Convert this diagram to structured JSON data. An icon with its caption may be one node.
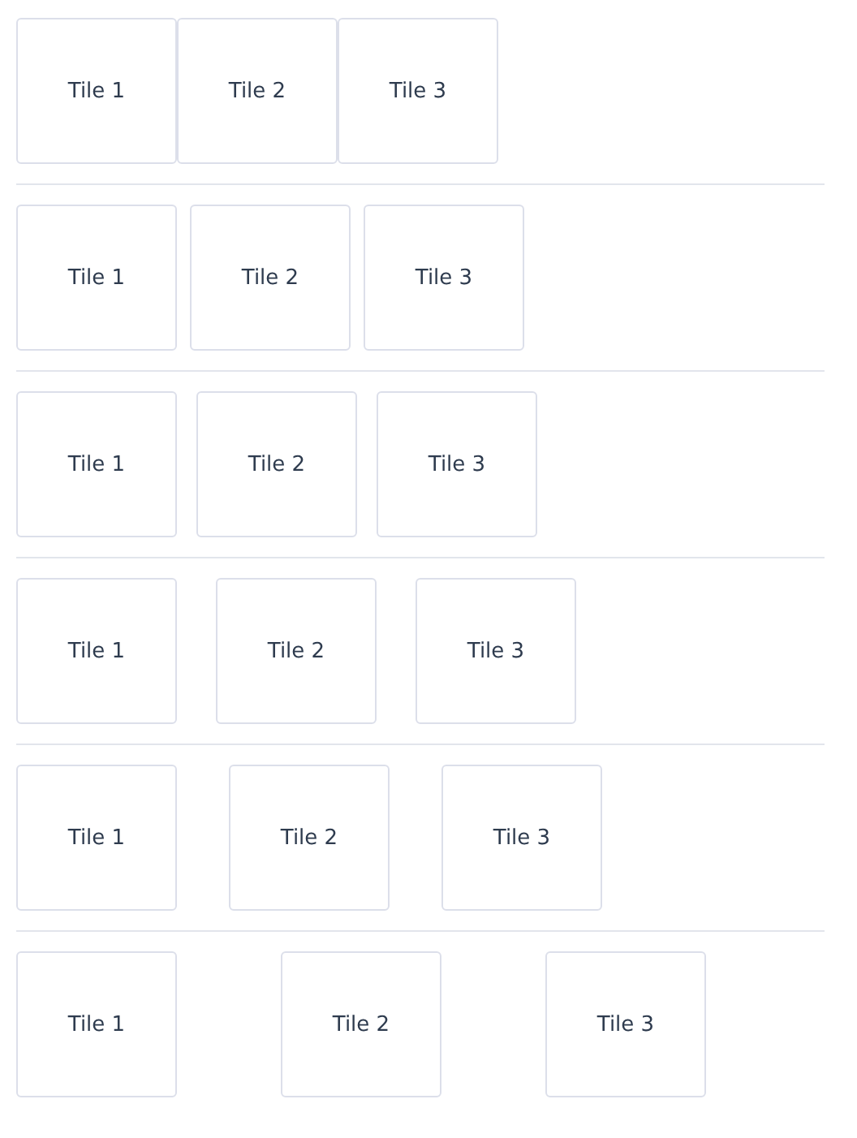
{
  "diagram": {
    "nodes": [
      {
        "text": [
          "Tile 1"
        ]
      },
      {
        "text": [
          "Tile 2"
        ]
      },
      {
        "text": [
          "Tile 3"
        ]
      },
      {
        "text": [
          "Tile 1"
        ]
      },
      {
        "text": [
          "Tile 2"
        ]
      },
      {
        "text": [
          "Tile 3"
        ]
      },
      {
        "text": [
          "Tile 1"
        ]
      },
      {
        "text": [
          "Tile 2"
        ]
      },
      {
        "text": [
          "Tile 3"
        ]
      },
      {
        "text": [
          "Tile 1"
        ]
      },
      {
        "text": [
          "Tile 2"
        ]
      },
      {
        "text": [
          "Tile 3"
        ]
      },
      {
        "text": [
          "Tile 1"
        ]
      },
      {
        "text": [
          "Tile 2"
        ]
      },
      {
        "text": [
          "Tile 3"
        ]
      },
      {
        "text": [
          "Tile 1"
        ]
      },
      {
        "text": [
          "Tile 2"
        ]
      },
      {
        "text": [
          "Tile 3"
        ]
      }
    ]
  }
}
